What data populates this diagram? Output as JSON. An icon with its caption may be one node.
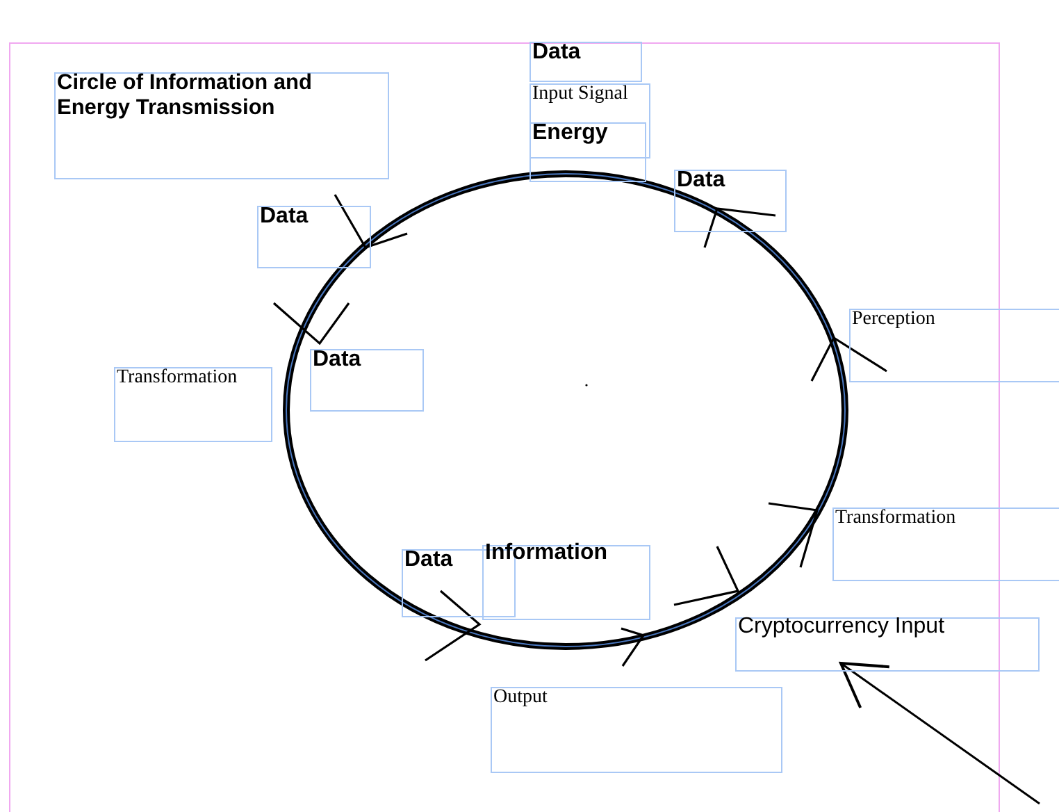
{
  "diagram": {
    "title": "Circle of Information and Energy Transmission",
    "nodes": [
      {
        "text": [
          "Data"
        ]
      },
      {
        "text": [
          "Input Signal"
        ]
      },
      {
        "text": [
          "Energy"
        ]
      },
      {
        "text": [
          "Data"
        ]
      },
      {
        "text": [
          "Data"
        ]
      },
      {
        "text": [
          "Perception"
        ]
      },
      {
        "text": [
          "Data"
        ]
      },
      {
        "text": [
          "Transformation"
        ]
      },
      {
        "text": [
          "Transformation"
        ]
      },
      {
        "text": [
          "Data"
        ]
      },
      {
        "text": [
          "Information"
        ]
      },
      {
        "text": [
          "Cryptocurrency Input"
        ]
      },
      {
        "text": [
          "Output"
        ]
      }
    ],
    "edges": [
      {
        "from": null,
        "to": 11,
        "arrow": "to"
      }
    ]
  }
}
